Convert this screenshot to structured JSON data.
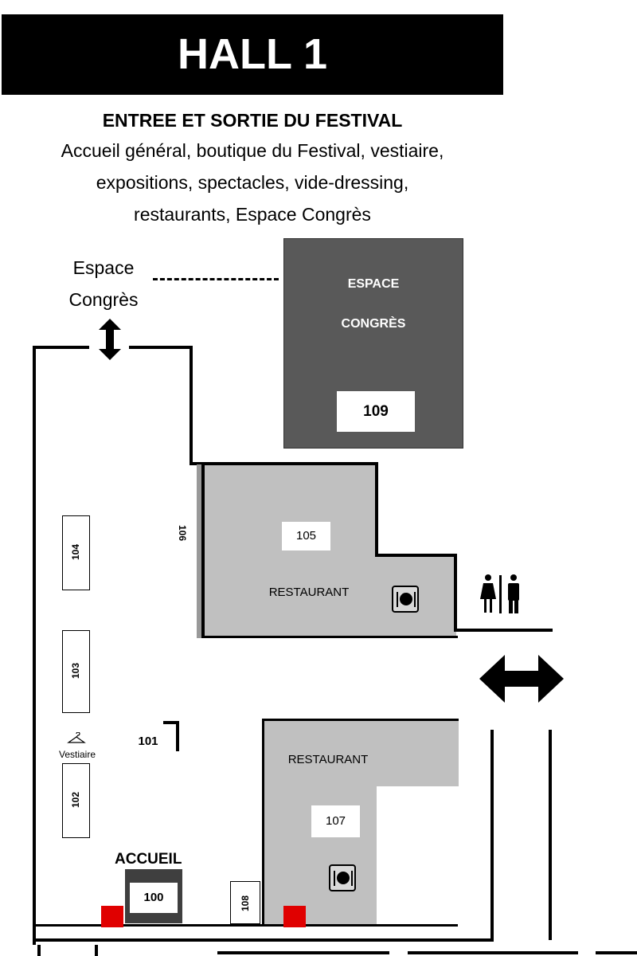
{
  "header": {
    "hall_title": "HALL 1",
    "entrance_title": "ENTREE ET SORTIE DU FESTIVAL",
    "description_lines": [
      "Accueil général, boutique du Festival, vestiaire,",
      "expositions, spectacles, vide-dressing,",
      "restaurants, Espace Congrès"
    ]
  },
  "congress": {
    "side_label_line1": "Espace",
    "side_label_line2": "Congrès",
    "block_line1": "ESPACE",
    "block_line2": "CONGRÈS",
    "stand": "109"
  },
  "stands": {
    "s100": "100",
    "s101": "101",
    "s102": "102",
    "s103": "103",
    "s104": "104",
    "s105": "105",
    "s106": "106",
    "s107": "107",
    "s108": "108"
  },
  "labels": {
    "restaurant": "RESTAURANT",
    "vestiaire": "Vestiaire",
    "accueil": "ACCUEIL"
  },
  "icons": {
    "restroom": "restroom-icon",
    "restaurant": "plate-cutlery-icon",
    "cloakroom": "hanger-icon",
    "up_down_arrow": "double-vertical-arrow-icon",
    "left_right_arrow": "double-horizontal-arrow-icon"
  },
  "colors": {
    "banner": "#000000",
    "congress_block": "#595959",
    "restaurant_area": "#c0c0c0",
    "marker": "#e00000"
  }
}
